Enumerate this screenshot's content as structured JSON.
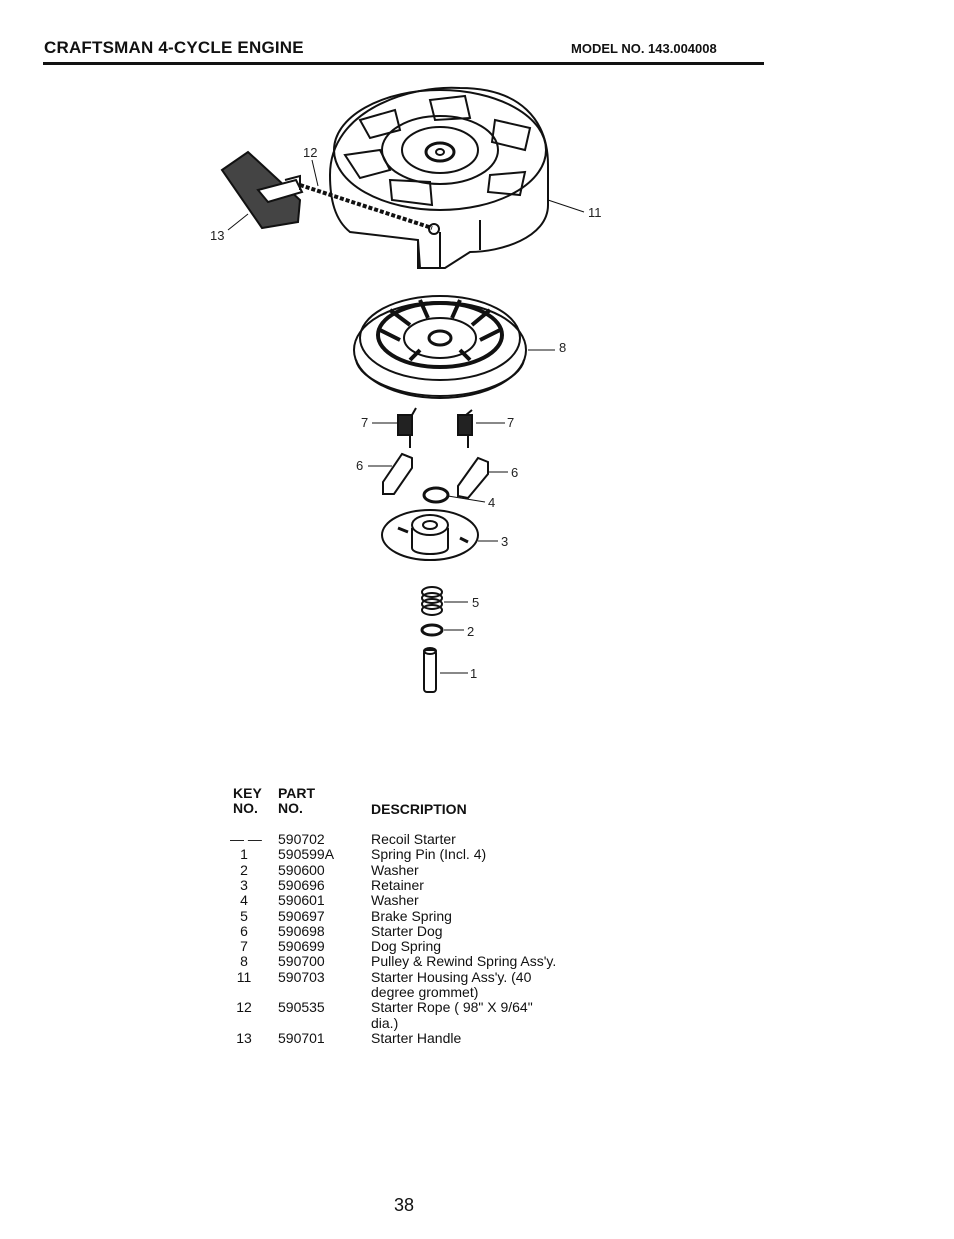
{
  "header": {
    "title": "CRAFTSMAN 4-CYCLE ENGINE",
    "model": "MODEL NO. 143.004008"
  },
  "diagram": {
    "callouts": [
      "12",
      "13",
      "11",
      "8",
      "7",
      "7",
      "6",
      "6",
      "4",
      "3",
      "5",
      "2",
      "1"
    ]
  },
  "table": {
    "key_header_1": "KEY",
    "key_header_2": "NO.",
    "part_header_1": "PART",
    "part_header_2": "NO.",
    "desc_header": "DESCRIPTION",
    "rows": [
      {
        "key": "— —",
        "part": "590702",
        "desc": "Recoil Starter"
      },
      {
        "key": "1",
        "part": "590599A",
        "desc": "Spring Pin (Incl. 4)"
      },
      {
        "key": "2",
        "part": "590600",
        "desc": "Washer"
      },
      {
        "key": "3",
        "part": "590696",
        "desc": "Retainer"
      },
      {
        "key": "4",
        "part": "590601",
        "desc": "Washer"
      },
      {
        "key": "5",
        "part": "590697",
        "desc": "Brake Spring"
      },
      {
        "key": "6",
        "part": "590698",
        "desc": "Starter Dog"
      },
      {
        "key": "7",
        "part": "590699",
        "desc": "Dog Spring"
      },
      {
        "key": "8",
        "part": "590700",
        "desc": "Pulley & Rewind Spring Ass'y."
      },
      {
        "key": "11",
        "part": "590703",
        "desc": "Starter Housing Ass'y. (40"
      },
      {
        "key": "",
        "part": "",
        "desc": "degree grommet)"
      },
      {
        "key": "12",
        "part": "590535",
        "desc": "Starter Rope ( 98\" X 9/64\""
      },
      {
        "key": "",
        "part": "",
        "desc": "dia.)"
      },
      {
        "key": "13",
        "part": "590701",
        "desc": "Starter Handle"
      }
    ]
  },
  "page_number": "38"
}
